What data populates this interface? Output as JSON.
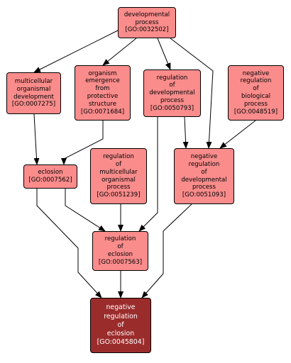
{
  "colors": {
    "node_fill": "#fa8c8c",
    "target_fill": "#9b2c2c",
    "edge": "#000000"
  },
  "nodes": {
    "developmental_process": {
      "label": "developmental\nprocess",
      "go_id": "[GO:0032502]"
    },
    "multicellular_organismal_development": {
      "label": "multicellular\norganismal\ndevelopment",
      "go_id": "[GO:0007275]"
    },
    "organism_emergence": {
      "label": "organism\nemergence\nfrom\nprotective\nstructure",
      "go_id": "[GO:0071684]"
    },
    "regulation_of_developmental_process": {
      "label": "regulation\nof\ndevelopmental\nprocess",
      "go_id": "[GO:0050793]"
    },
    "negative_regulation_of_biological_process": {
      "label": "negative\nregulation\nof\nbiological\nprocess",
      "go_id": "[GO:0048519]"
    },
    "eclosion": {
      "label": "eclosion",
      "go_id": "[GO:0007562]"
    },
    "regulation_of_multicellular_organismal_process": {
      "label": "regulation\nof\nmulticellular\norganismal\nprocess",
      "go_id": "[GO:0051239]"
    },
    "negative_regulation_of_developmental_process": {
      "label": "negative\nregulation\nof\ndevelopmental\nprocess",
      "go_id": "[GO:0051093]"
    },
    "regulation_of_eclosion": {
      "label": "regulation\nof\neclosion",
      "go_id": "[GO:0007563]"
    },
    "negative_regulation_of_eclosion": {
      "label": "negative\nregulation\nof\neclosion",
      "go_id": "[GO:0045804]"
    }
  },
  "edges": [
    [
      "developmental_process",
      "multicellular_organismal_development"
    ],
    [
      "developmental_process",
      "organism_emergence"
    ],
    [
      "developmental_process",
      "regulation_of_developmental_process"
    ],
    [
      "developmental_process",
      "negative_regulation_of_developmental_process"
    ],
    [
      "multicellular_organismal_development",
      "eclosion"
    ],
    [
      "organism_emergence",
      "eclosion"
    ],
    [
      "regulation_of_developmental_process",
      "negative_regulation_of_developmental_process"
    ],
    [
      "regulation_of_developmental_process",
      "regulation_of_eclosion"
    ],
    [
      "negative_regulation_of_biological_process",
      "negative_regulation_of_developmental_process"
    ],
    [
      "eclosion",
      "regulation_of_eclosion"
    ],
    [
      "eclosion",
      "negative_regulation_of_eclosion"
    ],
    [
      "regulation_of_multicellular_organismal_process",
      "regulation_of_eclosion"
    ],
    [
      "regulation_of_eclosion",
      "negative_regulation_of_eclosion"
    ],
    [
      "negative_regulation_of_developmental_process",
      "negative_regulation_of_eclosion"
    ]
  ]
}
